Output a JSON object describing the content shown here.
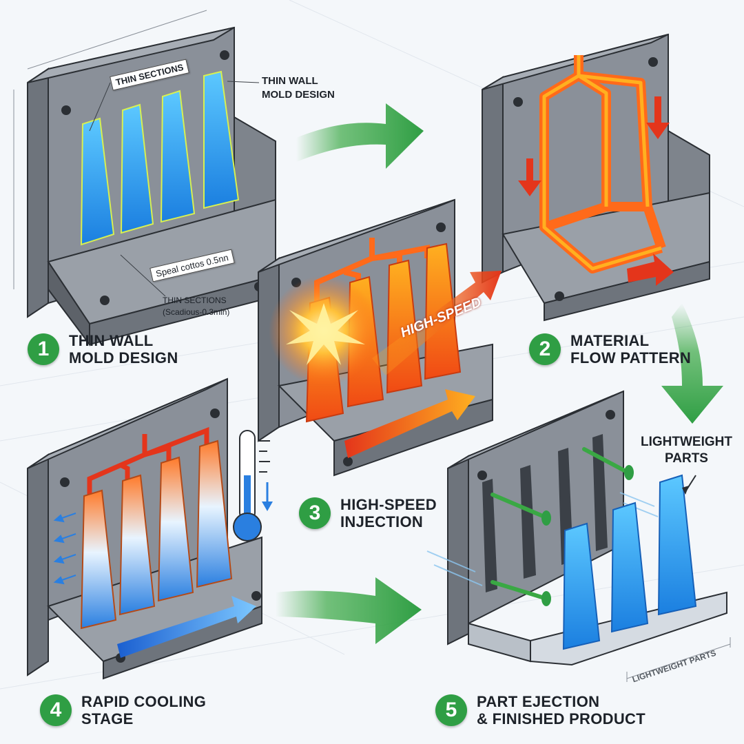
{
  "steps": [
    {
      "number": "1",
      "title": "THIN WALL\nMOLD DESIGN"
    },
    {
      "number": "2",
      "title": "MATERIAL\nFLOW PATTERN"
    },
    {
      "number": "3",
      "title": "HIGH-SPEED\nINJECTION"
    },
    {
      "number": "4",
      "title": "RAPID COOLING\nSTAGE"
    },
    {
      "number": "5",
      "title": "PART EJECTION\n& FINISHED PRODUCT"
    }
  ],
  "annotations": {
    "thin_sections_top": "THIN SECTIONS",
    "thin_wall_mold_design": "THIN WALL\nMOLD DESIGN",
    "special_note": "Speal cottos 0.5nn",
    "thin_sections_bottom": "THIN SECTIONS\n(Scadious-0.3min)",
    "high_speed": "HIGH-SPEED",
    "lightweight_parts": "LIGHTWEIGHT\nPARTS",
    "lightweight_parts_base": "LIGHTWEIGHT PARTS"
  },
  "colors": {
    "badge": "#2f9e44",
    "arrow_green": "#3aa844",
    "mold_gray": "#8a9099",
    "part_blue": "#2f9cf0",
    "hot_orange": "#ff6a1a",
    "hot_red": "#e4351b"
  }
}
